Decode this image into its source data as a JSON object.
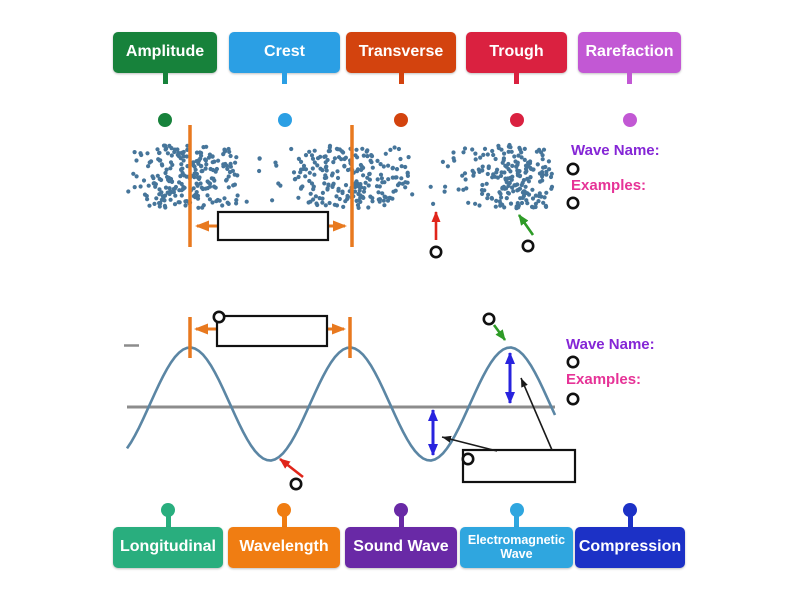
{
  "activity": {
    "top_labels": [
      {
        "label": "Amplitude",
        "color": "#17823B"
      },
      {
        "label": "Crest",
        "color": "#2B9FE4"
      },
      {
        "label": "Transverse",
        "color": "#D3430E"
      },
      {
        "label": "Trough",
        "color": "#DA2140"
      },
      {
        "label": "Rarefaction",
        "color": "#C258D4"
      }
    ],
    "bottom_labels": [
      {
        "label": "Longitudinal",
        "color": "#29AE7E"
      },
      {
        "label": "Wavelength",
        "color": "#F07D12"
      },
      {
        "label": "Sound Wave",
        "color": "#6929A6"
      },
      {
        "label": "Electromagnetic Wave",
        "color": "#2FA6DF"
      },
      {
        "label": "Compression",
        "color": "#1C31C6"
      }
    ],
    "longitudinal_panel": {
      "wave_name_label": "Wave Name:",
      "examples_label": "Examples:"
    },
    "transverse_panel": {
      "wave_name_label": "Wave Name:",
      "examples_label": "Examples:"
    }
  },
  "colors": {
    "background": "#FFFFFF",
    "chip_text": "#FFFFFF",
    "wave_name_text": "#8526D6",
    "examples_text": "#E63397",
    "dots": "#46759A",
    "wave_line": "#5B86A4",
    "axis_line": "#8C8C8C",
    "indicator_orange": "#E8791F",
    "arrow_red": "#E0251A",
    "arrow_green": "#2E9B27",
    "arrow_blue": "#2823DE",
    "arrow_black": "#1A1A1A"
  }
}
